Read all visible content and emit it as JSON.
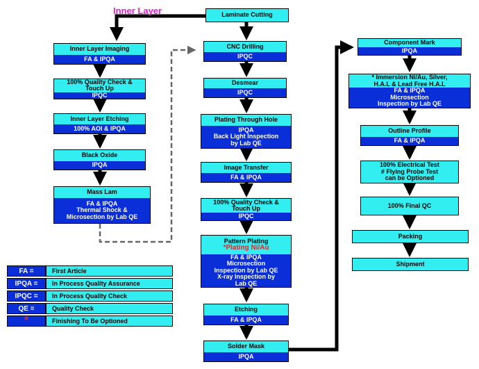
{
  "heading": "Inner Layer",
  "steps": {
    "laminate_cutting": {
      "title": "Laminate Cutting"
    },
    "inner_layer_imaging": {
      "title": "Inner Layer Imaging",
      "sub": "FA & IPQA"
    },
    "quality_check_1": {
      "title_1": "100% Quality Check &",
      "title_2": "Touch Up",
      "sub": "IPQC"
    },
    "inner_layer_etching": {
      "title": "Inner Layer Etching",
      "sub": "100% AOI & IPQA"
    },
    "black_oxide": {
      "title": "Black Oxide",
      "sub": "IPQA"
    },
    "mass_lam": {
      "title": "Mass Lam",
      "sub_1": "FA & IPQA",
      "sub_2": "Thermal Shock &",
      "sub_3": "Microsection by Lab QE"
    },
    "cnc_drilling": {
      "title": "CNC Drilling",
      "sub": "IPQC"
    },
    "desmear": {
      "title": "Desmear",
      "sub": "IPQC"
    },
    "plating_through_hole": {
      "title": "Plating Through Hole",
      "sub_1": "IPQA",
      "sub_2": "Back Light Inspection",
      "sub_3": "by Lab QE"
    },
    "image_transfer": {
      "title": "Image Transfer",
      "sub": "FA & IPQA"
    },
    "quality_check_2": {
      "title_1": "100% Quality Check &",
      "title_2": "Touch Up",
      "sub": "IPQC"
    },
    "pattern_plating": {
      "title": "Pattern Plating",
      "title_2": "*Plating Ni/Au",
      "sub_1": "FA & IPQA",
      "sub_2": "Microsection",
      "sub_3": "Inspection by Lab QE",
      "sub_4": "X-ray Inspection by",
      "sub_5": "Lab QE"
    },
    "etching": {
      "title": "Etching",
      "sub": "FA & IPQA"
    },
    "solder_mask": {
      "title": "Solder Mask",
      "sub": "IPQA"
    },
    "component_mark": {
      "title": "Component Mark",
      "sub": "IPQA"
    },
    "immersion": {
      "title_1": "* Immersion Ni/Au, Silver,",
      "title_2": "H.A.L & Lead Free  H.A.L",
      "sub_1": "FA & IPQA",
      "sub_2": "Microsection",
      "sub_3": "Inspection by Lab QE"
    },
    "outline_profile": {
      "title": "Outline Profile",
      "sub": "FA & IPQA"
    },
    "electrical_test": {
      "title_1": "100% Electrical Test",
      "title_2": "# Flying Probe Test",
      "title_3": "can be Optioned"
    },
    "final_qc": {
      "title": "100% Final QC"
    },
    "packing": {
      "title": "Packing"
    },
    "shipment": {
      "title": "Shipment"
    }
  },
  "legend": [
    {
      "key": "FA =",
      "value": "First Article"
    },
    {
      "key": "IPQA =",
      "value": "In Process Quality Assurance"
    },
    {
      "key": "IPQC =",
      "value": "In Process Quality Check"
    },
    {
      "key": "QE =",
      "value": "Quality Check"
    },
    {
      "key": "*",
      "value": "Finishing To Be Optioned"
    }
  ],
  "colors": {
    "title_bg": "#33eef0",
    "sub_bg": "#0a2ed8",
    "accent_red": "#e8252b",
    "heading": "#e020d0"
  }
}
